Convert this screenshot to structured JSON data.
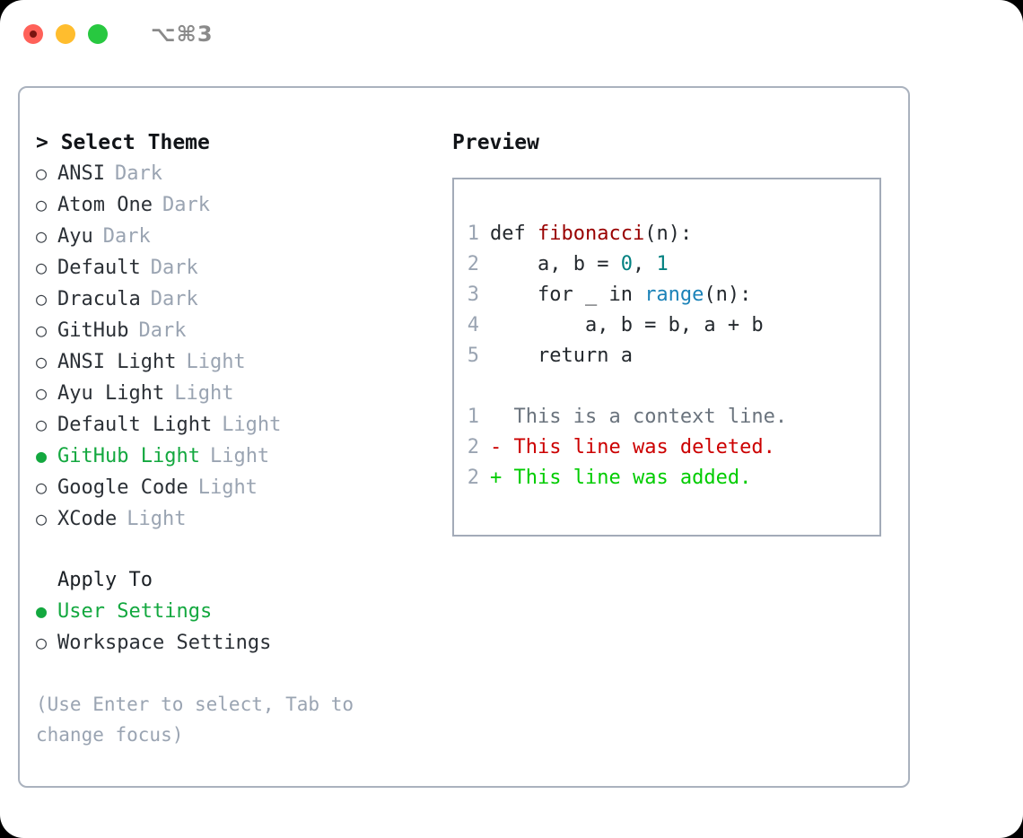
{
  "window": {
    "shortcut": "⌥⌘3",
    "traffic_lights": [
      "close-red",
      "minimize-yellow",
      "maximize-green"
    ]
  },
  "theme_selector": {
    "heading": "> Select Theme",
    "items": [
      {
        "bullet": "○",
        "label": "ANSI",
        "tag": "Dark",
        "selected": false
      },
      {
        "bullet": "○",
        "label": "Atom One",
        "tag": "Dark",
        "selected": false
      },
      {
        "bullet": "○",
        "label": "Ayu",
        "tag": "Dark",
        "selected": false
      },
      {
        "bullet": "○",
        "label": "Default",
        "tag": "Dark",
        "selected": false
      },
      {
        "bullet": "○",
        "label": "Dracula",
        "tag": "Dark",
        "selected": false
      },
      {
        "bullet": "○",
        "label": "GitHub",
        "tag": "Dark",
        "selected": false
      },
      {
        "bullet": "○",
        "label": "ANSI Light",
        "tag": "Light",
        "selected": false
      },
      {
        "bullet": "○",
        "label": "Ayu Light",
        "tag": "Light",
        "selected": false
      },
      {
        "bullet": "○",
        "label": "Default Light",
        "tag": "Light",
        "selected": false
      },
      {
        "bullet": "●",
        "label": "GitHub Light",
        "tag": "Light",
        "selected": true
      },
      {
        "bullet": "○",
        "label": "Google Code",
        "tag": "Light",
        "selected": false
      },
      {
        "bullet": "○",
        "label": "XCode",
        "tag": "Light",
        "selected": false
      }
    ]
  },
  "apply_to": {
    "title": "Apply To",
    "options": [
      {
        "bullet": "●",
        "label": "User Settings",
        "selected": true
      },
      {
        "bullet": "○",
        "label": "Workspace Settings",
        "selected": false
      }
    ]
  },
  "hint": "(Use Enter to select, Tab to change focus)",
  "preview": {
    "heading": "Preview",
    "code_lines": [
      {
        "num": "1",
        "tokens": [
          {
            "text": "def ",
            "type": "plain"
          },
          {
            "text": "fibonacci",
            "type": "fn"
          },
          {
            "text": "(n):",
            "type": "plain"
          }
        ]
      },
      {
        "num": "2",
        "tokens": [
          {
            "text": "    a, b = ",
            "type": "plain"
          },
          {
            "text": "0",
            "type": "num"
          },
          {
            "text": ", ",
            "type": "plain"
          },
          {
            "text": "1",
            "type": "num"
          }
        ]
      },
      {
        "num": "3",
        "tokens": [
          {
            "text": "    for _ in ",
            "type": "plain"
          },
          {
            "text": "range",
            "type": "call"
          },
          {
            "text": "(n):",
            "type": "plain"
          }
        ]
      },
      {
        "num": "4",
        "tokens": [
          {
            "text": "        a, b = b, a + b",
            "type": "plain"
          }
        ]
      },
      {
        "num": "5",
        "tokens": [
          {
            "text": "    return a",
            "type": "plain"
          }
        ]
      }
    ],
    "diff_lines": [
      {
        "num": "1",
        "marker": "  ",
        "text": "This is a context line.",
        "type": "ctx"
      },
      {
        "num": "2",
        "marker": "- ",
        "text": "This line was deleted.",
        "type": "del"
      },
      {
        "num": "2",
        "marker": "+ ",
        "text": "This line was added.",
        "type": "add"
      }
    ]
  },
  "colors": {
    "selected_green": "#13a83f",
    "diff_added": "#00cc00",
    "diff_deleted": "#cc0000",
    "diff_context": "#6a737d",
    "syntax_function": "#990000",
    "syntax_number": "#008080",
    "syntax_call": "#1b82b8",
    "line_number": "#9aa4b2",
    "muted_tag": "#9aa4b2",
    "border": "#aab2be"
  }
}
